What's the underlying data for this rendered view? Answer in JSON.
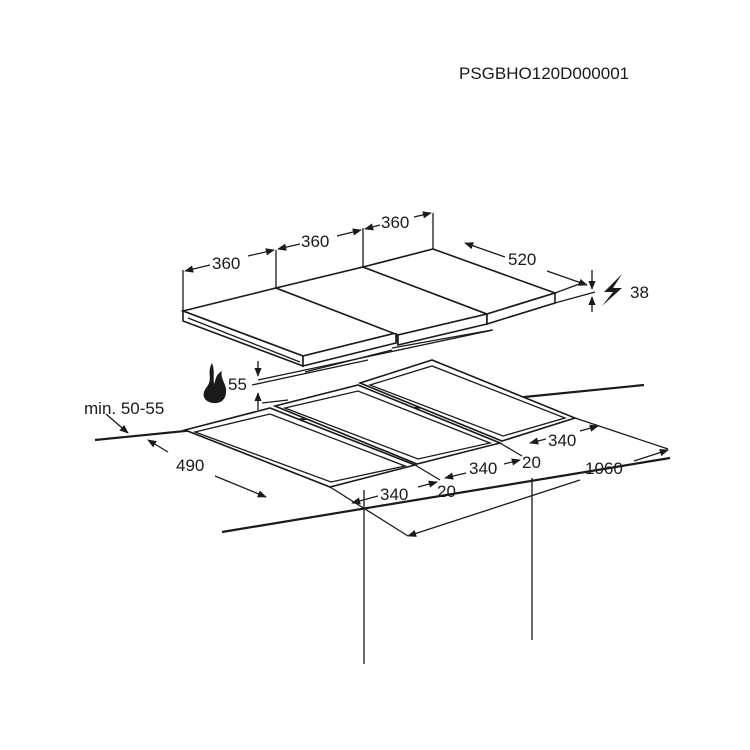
{
  "product_code": "PSGBHO120D000001",
  "dimensions": {
    "top_width_1": "360",
    "top_width_2": "360",
    "top_width_3": "360",
    "depth_top": "520",
    "height_top": "38",
    "clearance": "55",
    "worktop_thickness": "min. 50-55",
    "cutout_depth": "490",
    "cutout_width_1": "340",
    "cutout_width_2": "340",
    "cutout_width_3": "340",
    "gap_1": "20",
    "gap_2": "20",
    "total_width": "1060"
  },
  "icons": {
    "electric": "lightning-icon",
    "gas": "flame-icon"
  }
}
